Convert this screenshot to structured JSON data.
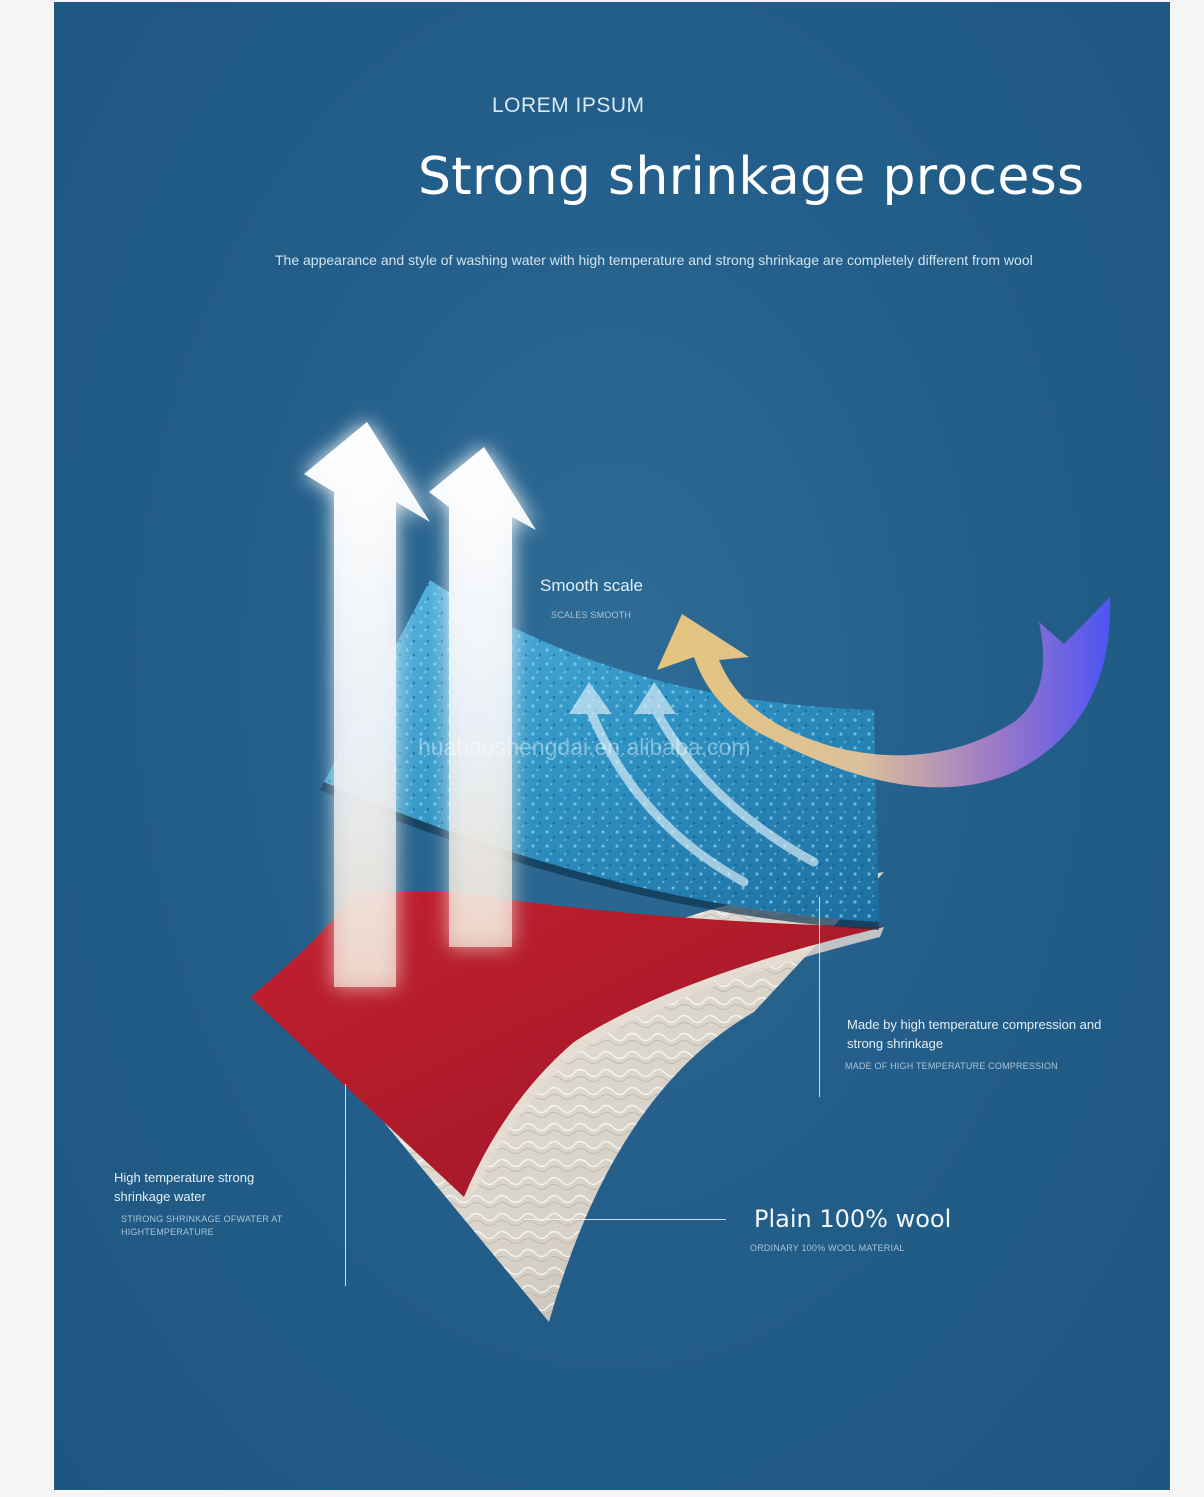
{
  "header": {
    "eyebrow": "LOREM IPSUM",
    "title": "Strong shrinkage process",
    "subtitle": "The appearance and style of washing water with high temperature and strong shrinkage are completely different from wool"
  },
  "labels": {
    "smooth_scale": {
      "title": "Smooth scale",
      "caption": "SCALES SMOOTH"
    },
    "compression": {
      "title": "Made by high temperature compression and strong shrinkage",
      "caption": "MADE OF HIGH TEMPERATURE COMPRESSION"
    },
    "water": {
      "title": "High temperature strong shrinkage water",
      "caption": "STIRONG SHRINKAGE OFWATER AT HIGHTEMPERATURE"
    },
    "wool": {
      "title": "Plain 100% wool",
      "caption": "ORDINARY 100% WOOL MATERIAL"
    }
  },
  "watermark": "huabaoshengdai.en.alibaba.com",
  "colors": {
    "background": "#235f8a",
    "blue_layer": "#2f93c4",
    "red_layer": "#b01c2c",
    "wool_layer": "#d9d4cc",
    "arrow_gold": "#e2c27e",
    "arrow_violet": "#5a55ee"
  }
}
